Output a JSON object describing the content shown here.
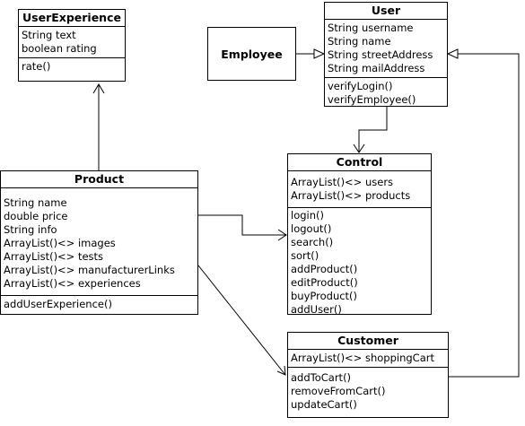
{
  "classes": {
    "user_experience": {
      "name": "UserExperience",
      "attributes": [
        "String text",
        "boolean rating"
      ],
      "operations": [
        "rate()"
      ]
    },
    "user": {
      "name": "User",
      "attributes": [
        "String username",
        "String name",
        "String streetAddress",
        "String mailAddress"
      ],
      "operations": [
        "verifyLogin()",
        "verifyEmployee()"
      ]
    },
    "employee": {
      "name": "Employee"
    },
    "product": {
      "name": "Product",
      "attributes": [
        "String name",
        "double price",
        "String info",
        "ArrayList()<> images",
        "ArrayList()<> tests",
        "ArrayList()<> manufacturerLinks",
        "ArrayList()<> experiences"
      ],
      "operations": [
        "addUserExperience()"
      ]
    },
    "control": {
      "name": "Control",
      "attributes": [
        "ArrayList()<> users",
        "ArrayList()<> products"
      ],
      "operations": [
        "login()",
        "logout()",
        "search()",
        "sort()",
        "addProduct()",
        "editProduct()",
        "buyProduct()",
        "addUser()"
      ]
    },
    "customer": {
      "name": "Customer",
      "attributes": [
        "ArrayList()<> shoppingCart"
      ],
      "operations": [
        "addToCart()",
        "removeFromCart()",
        "updateCart()"
      ]
    }
  },
  "relationships": [
    {
      "from": "Employee",
      "to": "User",
      "kind": "generalization"
    },
    {
      "from": "Customer",
      "to": "User",
      "kind": "generalization"
    },
    {
      "from": "Product",
      "to": "UserExperience",
      "kind": "association"
    },
    {
      "from": "User",
      "to": "Control",
      "kind": "association"
    },
    {
      "from": "Product",
      "to": "Control",
      "kind": "association"
    },
    {
      "from": "Product",
      "to": "Customer",
      "kind": "association"
    }
  ]
}
